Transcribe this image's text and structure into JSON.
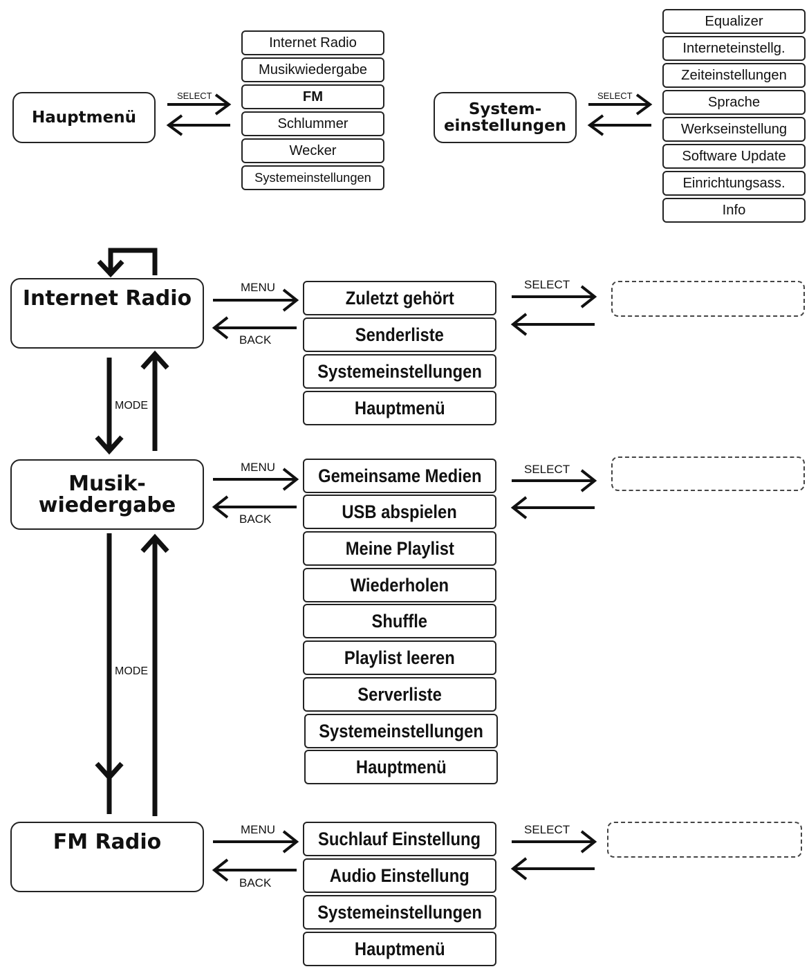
{
  "colors": {
    "line": "#111111",
    "background": "#ffffff"
  },
  "top_left": {
    "main": "Hauptmenü",
    "arrow_label": "SELECT",
    "items": [
      "Internet Radio",
      "Musikwiedergabe",
      "FM",
      "Schlummer",
      "Wecker",
      "Systemeinstellungen"
    ]
  },
  "top_right": {
    "main_line1": "System-",
    "main_line2": "einstellungen",
    "arrow_label": "SELECT",
    "items": [
      "Equalizer",
      "Interneteinstellg.",
      "Zeiteinstellungen",
      "Sprache",
      "Werkseinstellung",
      "Software Update",
      "Einrichtungsass.",
      "Info"
    ]
  },
  "internet_radio": {
    "title": "Internet Radio",
    "menu_label": "MENU",
    "back_label": "BACK",
    "select_label": "SELECT",
    "items": [
      "Zuletzt gehört",
      "Senderliste",
      "Systemeinstellungen",
      "Hauptmenü"
    ]
  },
  "music": {
    "title_line1": "Musik-",
    "title_line2": "wiedergabe",
    "menu_label": "MENU",
    "back_label": "BACK",
    "select_label": "SELECT",
    "items": [
      "Gemeinsame Medien",
      "USB abspielen",
      "Meine Playlist",
      "Wiederholen",
      "Shuffle",
      "Playlist leeren",
      "Serverliste",
      "Systemeinstellungen",
      "Hauptmenü"
    ]
  },
  "fm_radio": {
    "title": "FM Radio",
    "menu_label": "MENU",
    "back_label": "BACK",
    "select_label": "SELECT",
    "items": [
      "Suchlauf Einstellung",
      "Audio Einstellung",
      "Systemeinstellungen",
      "Hauptmenü"
    ]
  },
  "mode_labels": {
    "upper": "MODE",
    "lower": "MODE"
  }
}
